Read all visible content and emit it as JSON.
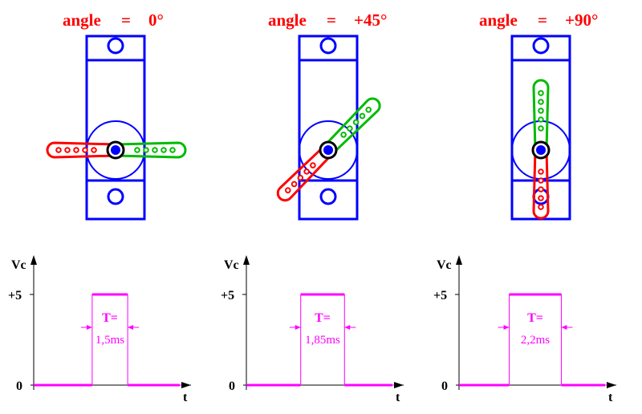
{
  "colors": {
    "title": "#ff0000",
    "servo_body": "#0000ff",
    "arm_red": "#ff0000",
    "arm_green": "#00bb00",
    "pulse": "#ff00ff",
    "axis": "#000000",
    "hub": "#0000ff"
  },
  "panels": [
    {
      "angle_label": "angle",
      "equals": "=",
      "angle_value": "0°",
      "rotation_deg": 0,
      "pulse": {
        "T_label": "T=",
        "width_label": "1,5ms",
        "width_ms": 1.5
      }
    },
    {
      "angle_label": "angle",
      "equals": "=",
      "angle_value": "+45°",
      "rotation_deg": 45,
      "pulse": {
        "T_label": "T=",
        "width_label": "1,85ms",
        "width_ms": 1.85
      }
    },
    {
      "angle_label": "angle",
      "equals": "=",
      "angle_value": "+90°",
      "rotation_deg": 90,
      "pulse": {
        "T_label": "T=",
        "width_label": "2,2ms",
        "width_ms": 2.2
      }
    }
  ],
  "axes": {
    "y_label": "Vc",
    "x_label": "t",
    "level_high": "+5",
    "level_zero": "0"
  }
}
